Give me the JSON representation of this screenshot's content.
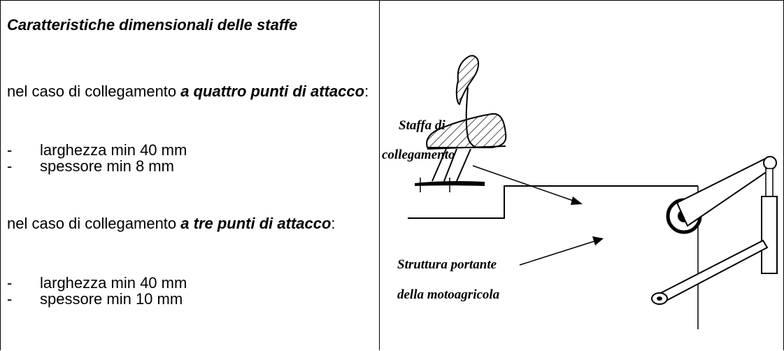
{
  "left": {
    "title": "Caratteristiche dimensionali delle staffe",
    "section1": {
      "prefix": "nel caso di collegamento ",
      "emph": "a quattro punti di attacco",
      "suffix": ":",
      "items": [
        "larghezza min 40 mm",
        "spessore min 8 mm"
      ]
    },
    "section2": {
      "prefix": "nel caso di collegamento ",
      "emph": "a tre punti di attacco",
      "suffix": ":",
      "items": [
        "larghezza min 40 mm",
        "spessore min 10 mm"
      ]
    },
    "bullet": "-"
  },
  "figure": {
    "label_bracket_line1": "Staffa di",
    "label_bracket_line2": "collegamento",
    "label_structure_line1": "Struttura portante",
    "label_structure_line2": "della motoagricola"
  }
}
